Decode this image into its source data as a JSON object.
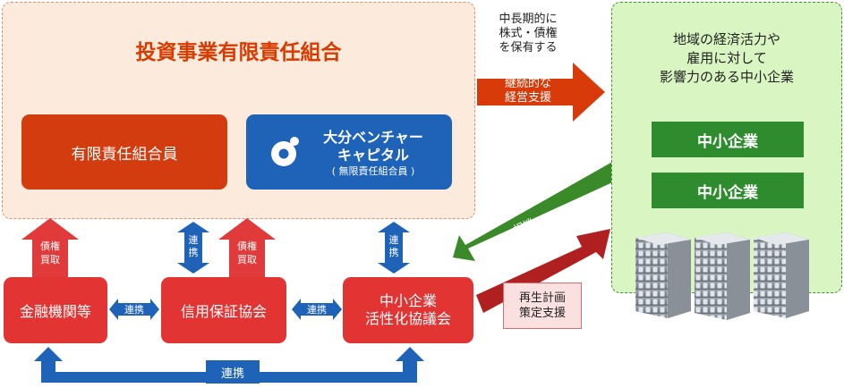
{
  "fund": {
    "title": "投資事業有限責任組合",
    "limited_partners": "有限責任組合員",
    "gp_name_line1": "大分ベンチャー",
    "gp_name_line2": "キャピタル",
    "gp_role": "( 無限責任組合員 )"
  },
  "flow_to_region": {
    "hold_line1": "中長期的に",
    "hold_line2": "株式・債権",
    "hold_line3": "を保有する",
    "support_line1": "継続的な",
    "support_line2": "経営支援"
  },
  "region": {
    "title_line1": "地域の経済活力や",
    "title_line2": "雇用に対して",
    "title_line3": "影響力のある中小企業",
    "sme_1": "中小企業",
    "sme_2": "中小企業"
  },
  "arrows": {
    "consult": "相談",
    "revitalization_line1": "再生計画",
    "revitalization_line2": "策定支援",
    "debt_buy_line1": "債権",
    "debt_buy_line2": "買取",
    "cooperate": "連携",
    "cooperate_v": "連\n携"
  },
  "orgs": {
    "bank": "金融機関等",
    "guarantee": "信用保証協会",
    "council_line1": "中小企業",
    "council_line2": "活性化協議会"
  },
  "colors": {
    "fund_bg": "#fcebdc",
    "orange": "#d23c0f",
    "blue": "#1f63b8",
    "red": "#e33434",
    "green": "#2e8c2e",
    "region_bg": "#d8f5c2"
  }
}
